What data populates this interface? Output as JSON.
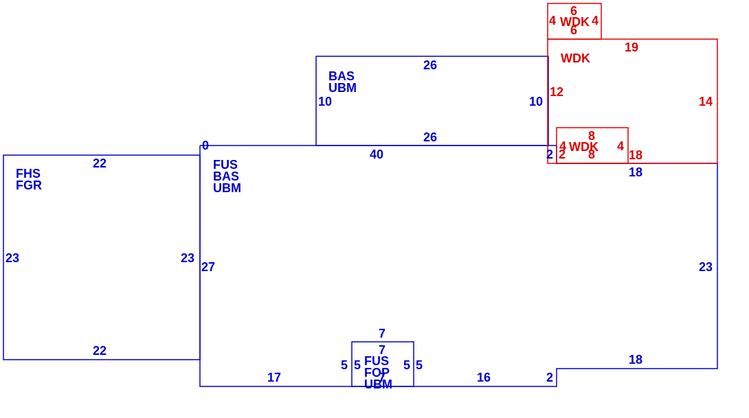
{
  "colors": {
    "main": "#0000cc",
    "deck": "#dd0000",
    "background": "#ffffff"
  },
  "areas": {
    "fhs": {
      "codes": [
        "FHS",
        "FGR"
      ],
      "dims": {
        "top": "22",
        "bottom": "22",
        "left": "23",
        "right": "23"
      }
    },
    "bas": {
      "codes": [
        "BAS",
        "UBM"
      ],
      "dims": {
        "top": "26",
        "bottom": "26",
        "left": "10",
        "right": "10"
      }
    },
    "fus": {
      "codes": [
        "FUS",
        "BAS",
        "UBM"
      ],
      "dims": {
        "corner": "0",
        "top": "40",
        "left": "27",
        "right": "23",
        "bottom_left": "17",
        "bottom_right": "16",
        "notch_vertical": "2",
        "notch_horizontal": "18",
        "top_right_step": "2",
        "top_right_segment": "18"
      }
    },
    "fop": {
      "codes": [
        "FUS",
        "FOP",
        "UBM"
      ],
      "dims": {
        "top_outer": "7",
        "top_inner": "7",
        "left_outer": "5",
        "left_inner": "5",
        "right_inner": "5",
        "right_outer": "5",
        "bottom": "7"
      }
    },
    "wdk_large": {
      "code": "WDK",
      "dims": {
        "top": "19",
        "left": "12",
        "right": "14",
        "bottom": "18"
      }
    },
    "wdk_top": {
      "code": "WDK",
      "dims": {
        "top": "6",
        "bottom": "6",
        "left": "4",
        "right": "4"
      }
    },
    "wdk_small": {
      "code": "WDK",
      "dims": {
        "top": "8",
        "bottom": "8",
        "left": "4",
        "right": "4",
        "left_edge": "2"
      }
    }
  }
}
